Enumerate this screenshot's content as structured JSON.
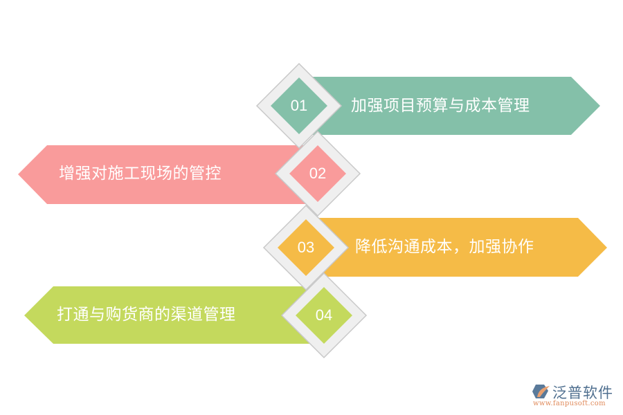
{
  "diagram": {
    "type": "numbered-arrow-list",
    "items": [
      {
        "number": "01",
        "label": "加强项目预算与成本管理",
        "color": "#84c0a9",
        "direction": "right"
      },
      {
        "number": "02",
        "label": "增强对施工现场的管控",
        "color": "#f99b9b",
        "direction": "left"
      },
      {
        "number": "03",
        "label": "降低沟通成本，加强协作",
        "color": "#f5bb47",
        "direction": "right"
      },
      {
        "number": "04",
        "label": "打通与购货商的渠道管理",
        "color": "#c4d95d",
        "direction": "left"
      }
    ],
    "diamond_frame_color": "#efefef",
    "diamond_border_color": "#c8c8c8"
  },
  "logo": {
    "name": "泛普软件",
    "url": "www.fanpusoft.com"
  }
}
